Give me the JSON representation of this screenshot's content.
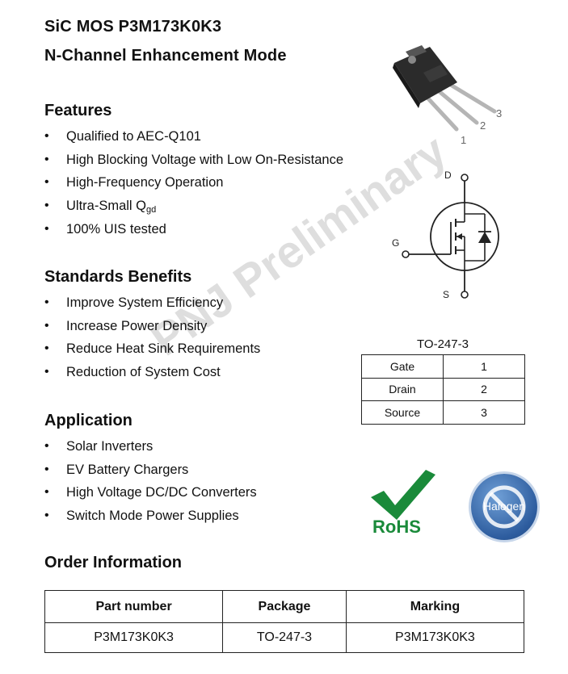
{
  "header": {
    "title": "SiC MOS P3M173K0K3",
    "subtitle": "N-Channel Enhancement Mode"
  },
  "features": {
    "heading": "Features",
    "items": [
      {
        "text": "Qualified to AEC-Q101"
      },
      {
        "text": "High Blocking Voltage with Low On-Resistance"
      },
      {
        "text": "High-Frequency Operation"
      },
      {
        "text": "Ultra-Small Q",
        "sub": "gd"
      },
      {
        "text": "100% UIS tested"
      }
    ]
  },
  "standards": {
    "heading": "Standards Benefits",
    "items": [
      "Improve System Efficiency",
      "Increase Power Density",
      "Reduce Heat Sink Requirements",
      "Reduction of System Cost"
    ]
  },
  "application": {
    "heading": "Application",
    "items": [
      "Solar Inverters",
      "EV Battery Chargers",
      "High Voltage DC/DC Converters",
      "Switch Mode Power Supplies"
    ]
  },
  "package_image": {
    "pin_numbers": [
      "1",
      "2",
      "3"
    ]
  },
  "symbol": {
    "labels": {
      "drain": "D",
      "gate": "G",
      "source": "S"
    }
  },
  "pin_table": {
    "caption": "TO-247-3",
    "rows": [
      [
        "Gate",
        "1"
      ],
      [
        "Drain",
        "2"
      ],
      [
        "Source",
        "3"
      ]
    ]
  },
  "logos": {
    "rohs": "RoHS",
    "halogen": "Halogen",
    "rohs_color": "#1a8a3a",
    "halogen_color": "#3a6fb0"
  },
  "watermark": "PNJ Preliminary",
  "order": {
    "heading": "Order Information",
    "headers": [
      "Part number",
      "Package",
      "Marking"
    ],
    "rows": [
      [
        "P3M173K0K3",
        "TO-247-3",
        "P3M173K0K3"
      ]
    ]
  }
}
